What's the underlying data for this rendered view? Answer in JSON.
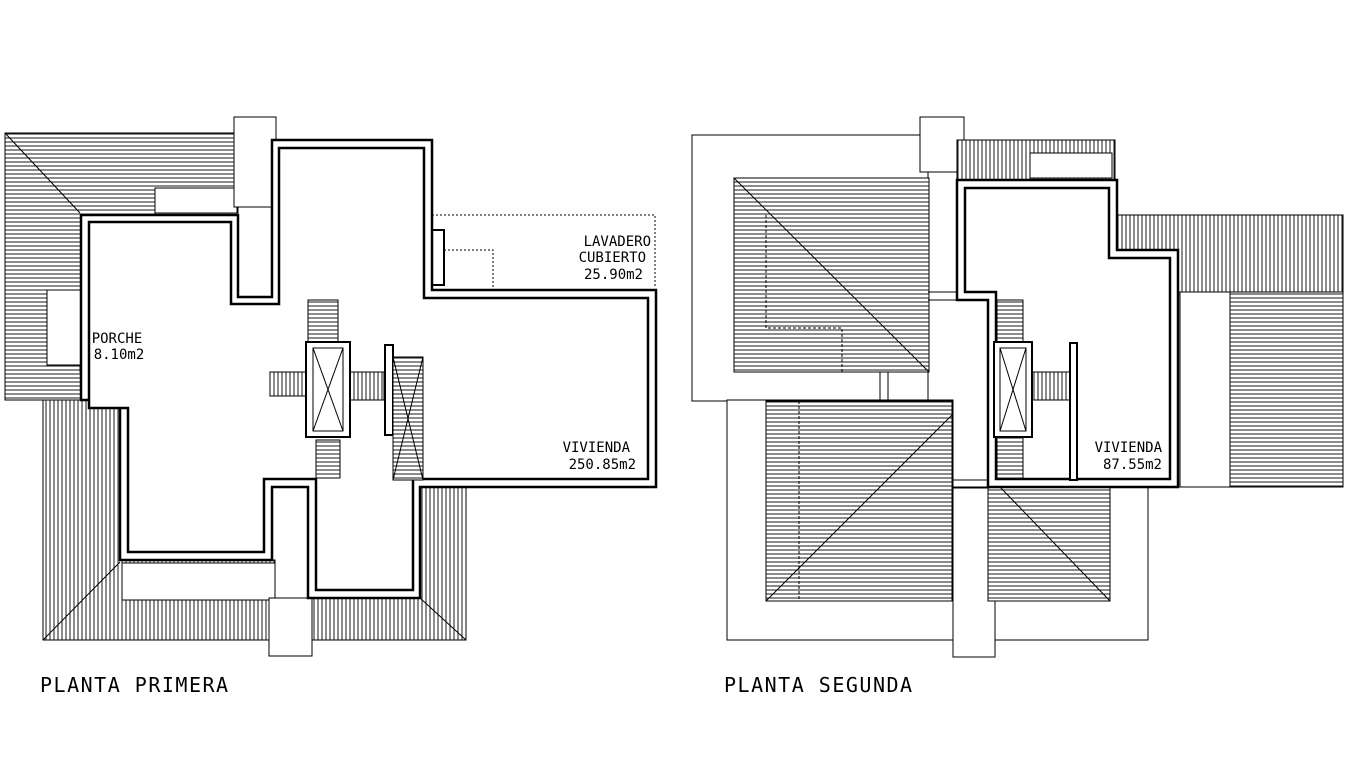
{
  "floors": [
    {
      "title": "PLANTA PRIMERA",
      "rooms": [
        {
          "name": "LAVADERO",
          "name2": "CUBIERTO",
          "area": "25.90m2"
        },
        {
          "name": "PORCHE",
          "area": "8.10m2"
        },
        {
          "name": "VIVIENDA",
          "area": "250.85m2"
        }
      ]
    },
    {
      "title": "PLANTA SEGUNDA",
      "rooms": [
        {
          "name": "VIVIENDA",
          "area": "87.55m2"
        }
      ]
    }
  ]
}
